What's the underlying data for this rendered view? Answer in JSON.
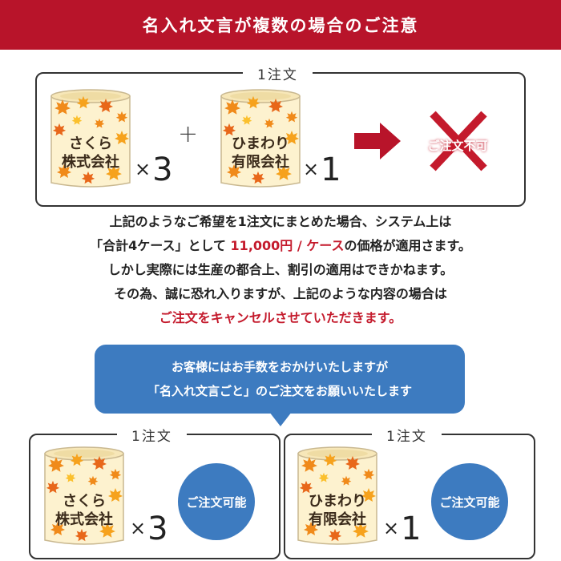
{
  "banner": {
    "title": "名入れ文言が複数の場合のご注意"
  },
  "top_box": {
    "label": "1注文",
    "can1": {
      "line1": "さくら",
      "line2": "株式会社"
    },
    "qty1": "3",
    "plus": "+",
    "can2": {
      "line1": "ひまわり",
      "line2": "有限会社"
    },
    "qty2": "1",
    "times": "×",
    "ng_label": "ご注文不可"
  },
  "description": {
    "line1": "上記のようなご希望を1注文にまとめた場合、システム上は",
    "line2_pre": "「合計4ケース」として ",
    "line2_red": "11,000円 / ケース",
    "line2_post": "の価格が適用さます。",
    "line3": "しかし実際には生産の都合上、割引の適用はできかねます。",
    "line4": "その為、誠に恐れ入りますが、上記のような内容の場合は",
    "line5_red": "ご注文をキャンセルさせていただきます。"
  },
  "bubble": {
    "line1": "お客様にはお手数をおかけいたしますが",
    "line2": "「名入れ文言ごと」のご注文をお願いいたします"
  },
  "bottom_left": {
    "label": "1注文",
    "can": {
      "line1": "さくら",
      "line2": "株式会社"
    },
    "times": "×",
    "qty": "3",
    "ok_label": "ご注文可能"
  },
  "bottom_right": {
    "label": "1注文",
    "can": {
      "line1": "ひまわり",
      "line2": "有限会社"
    },
    "times": "×",
    "qty": "1",
    "ok_label": "ご注文可能"
  },
  "colors": {
    "banner_red": "#b8142a",
    "accent_red": "#c41a2c",
    "ok_blue": "#3d7bc0",
    "can_label": "#fdf2cf",
    "leaf_orange": "#f08a1a"
  },
  "icons": [
    "can-icon",
    "maple-leaf-icon",
    "right-arrow-icon",
    "cross-mark-icon"
  ]
}
